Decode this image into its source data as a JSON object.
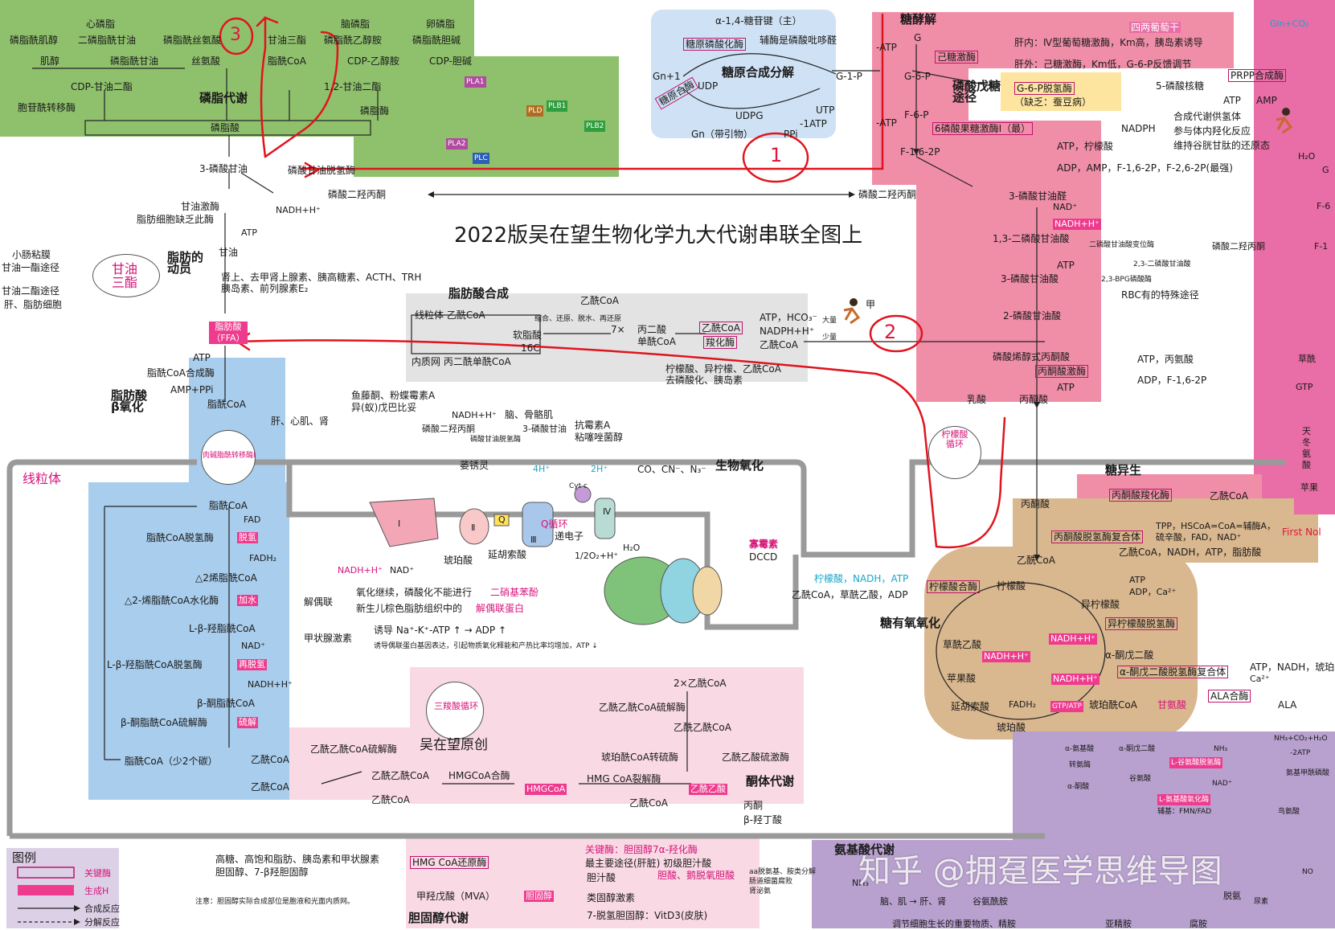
{
  "title": "2022版吴在望生物化学九大代谢串联全图上",
  "watermark": "知乎 @拥趸医学思维导图",
  "signature": "吴在望原创",
  "handwritten": {
    "n1": "1",
    "n2": "2",
    "n3": "3"
  },
  "sections": {
    "phospholipid": "磷脂代谢",
    "glycogen": "糖原合成分解",
    "glycolysis": "糖酵解",
    "ppp": "磷酸戊糖途径",
    "fat_mobilization": "脂肪的动员",
    "fa_synthesis": "脂肪酸合成",
    "beta_ox": "脂肪酸β氧化",
    "bio_ox": "生物氧化",
    "mito": "线粒体",
    "gluconeogenesis": "糖异生",
    "tca": "糖有氧氧化",
    "ketone": "酮体代谢",
    "cholesterol": "胆固醇代谢",
    "amino": "氨基酸代谢"
  },
  "phospholipid": {
    "items": [
      "磷脂酰肌醇",
      "心磷脂",
      "二磷脂酰甘油",
      "磷脂酰丝氨酸",
      "脑磷脂",
      "磷脂酰乙醇胺",
      "卵磷脂",
      "磷脂酰胆碱",
      "甘油三酯",
      "肌醇",
      "磷脂酰甘油",
      "丝氨酸",
      "脂酰CoA",
      "CDP-乙醇胺",
      "CDP-胆碱",
      "CDP-甘油二酯",
      "1,2-甘油二酯",
      "胞苷酰转移酶",
      "磷脂酶",
      "磷脂酸"
    ],
    "enzymes": [
      "PLA1",
      "PLD",
      "PLA2",
      "PLB1",
      "PLB2",
      "PLC"
    ]
  },
  "glycogen": {
    "bond": "α-1,4-糖苷键（主）",
    "enzyme1": "糖原磷酸化酶",
    "note1": "辅酶是磷酸吡哆醛",
    "gn1": "Gn+1",
    "udp": "UDP",
    "udpg": "UDPG",
    "g1p": "G-1-P",
    "utp": "UTP",
    "atp": "-1ATP",
    "ppi": "PPi",
    "enzyme2": "糖原合酶",
    "primer": "Gn（带引物）"
  },
  "glycolysis": {
    "g": "G",
    "g6p": "G-6-P",
    "f6p": "F-6-P",
    "f16p": "F-1,6-2P",
    "atp1": "-ATP",
    "atp2": "-ATP",
    "hk": "己糖激酶",
    "liver1": "肝内：Ⅳ型葡萄糖激酶，Km高，胰岛素诱导",
    "liver2": "肝外：己糖激酶，Km低，G-6-P反馈调节",
    "pfk": "6磷酸果糖激酶Ⅰ（最）",
    "pfk_pos": "ATP，柠檬酸",
    "pfk_neg": "ADP，AMP，F-1,6-2P，F-2,6-2P(最强)",
    "g3pd": "3-磷酸甘油醛",
    "nad": "NAD⁺",
    "nadh": "NADH+H⁺",
    "bpg": "1,3-二磷酸甘油酸",
    "mutase": "二磷酸甘油酸变位酶",
    "bpg23": "2,3-二磷酸甘油酸",
    "bpg_phos": "2,3-BPG磷酸酶",
    "rbc": "RBC有的特殊途径",
    "atp3": "ATP",
    "pg3": "3-磷酸甘油酸",
    "pg2": "2-磷酸甘油酸",
    "pep": "磷酸烯醇式丙酮酸",
    "pk": "丙酮酸激酶",
    "pk_pos": "ATP，丙氨酸",
    "pk_neg": "ADP，F-1,6-2P",
    "atp4": "ATP",
    "lactate": "乳酸",
    "pyruvate": "丙酮酸",
    "dhap": "磷酸二羟丙酮",
    "dhap2": "磷酸二羟丙酮"
  },
  "ppp": {
    "g6pd": "G-6-P脱氢酶",
    "deficit": "（缺乏：蚕豆病）",
    "r5p": "5-磷酸核糖",
    "prpp": "PRPP合成酶",
    "atp": "ATP",
    "amp": "AMP",
    "nadph": "NADPH",
    "r1": "合成代谢供氢体",
    "r2": "参与体内羟化反应",
    "r3": "维持谷胱甘肽的还原态",
    "tag": "四两葡萄干"
  },
  "fat": {
    "g3p": "3-磷酸甘油",
    "g3pdh": "磷酸甘油脱氢酶",
    "nadh": "NADH+H⁺",
    "kinase": "甘油激酶",
    "lack": "脂肪细胞缺乏此酶",
    "atp": "ATP",
    "glycerol": "甘油",
    "tg": "甘油三酯",
    "route1a": "小肠粘膜",
    "route1b": "甘油一酯途径",
    "route2a": "甘油二酯途径",
    "route2b": "肝、脂肪细胞",
    "hormone1": "肾上、去甲肾上腺素、胰高糖素、ACTH、TRH",
    "hormone2": "胰岛素、前列腺素E₂",
    "ffa": "脂肪酸（FFA）"
  },
  "fasyn": {
    "mito": "线粒体 乙酰CoA",
    "er": "内质网 丙二酰单酰CoA",
    "palm": "软脂酸",
    "c16": "16C",
    "steps": "缩合、还原、脱水、再还原",
    "acoa": "乙酰CoA",
    "x7": "7×",
    "malonyl": "丙二酸",
    "malonyl2": "单酰CoA",
    "acc1": "乙酰CoA",
    "acc2": "羧化酶",
    "atp": "ATP，HCO₃⁻",
    "nadph": "NADPH+H⁺",
    "acoa2": "乙酰CoA",
    "big": "大量",
    "small": "少量",
    "jia": "甲",
    "reg": "柠檬酸、异柠檬、乙酰CoA",
    "reg2": "去磷酸化、胰岛素"
  },
  "beta": {
    "atp": "ATP",
    "acs": "脂酰CoA合成酶",
    "amp": "AMP+PPi",
    "acoa": "脂酰CoA",
    "carnitine": "肉碱脂酰转移酶Ⅰ",
    "acoa2": "脂酰CoA",
    "fad": "FAD",
    "dh": "脂酰CoA脱氢酶",
    "fadh": "FADH₂",
    "enoyl": "△2烯脂酰CoA",
    "hydratase": "△2-烯脂酰CoA水化酶",
    "hydroxy": "L-β-羟脂酰CoA",
    "nad": "NAD⁺",
    "hdh": "L-β-羟脂酰CoA脱氢酶",
    "nadh": "NADH+H⁺",
    "keto": "β-酮脂酰CoA",
    "thiolase": "β-酮脂酰CoA硫解酶",
    "short": "脂酰CoA（少2个碳）",
    "acetyl": "乙酰CoA",
    "h1": "脱氢",
    "h2": "加水",
    "h3": "再脱氢",
    "h4": "硫解"
  },
  "oxid": {
    "tissues": "肝、心肌、肾",
    "inhib1": "鱼藤酮、粉蝶霉素A",
    "inhib2": "异(蚁)戊巴比妥",
    "brain": "脑、骨骼肌",
    "g3p": "3-磷酸甘油",
    "dhap": "磷酸二羟丙酮",
    "g3pdh": "磷酸甘油脱氢酶",
    "antimycin": "抗霉素A",
    "antimycin2": "粘噻唑菌醇",
    "malonate": "萎锈灵",
    "cyanide": "CO、CN⁻、N₃⁻",
    "succ": "琥珀酸",
    "fum": "延胡索酸",
    "q": "Q循环",
    "q2": "递电子",
    "h2o": "H₂O",
    "o2": "1/2O₂+H⁺",
    "h4": "4H⁺",
    "h2": "2H⁺",
    "nadh": "NADH+H⁺",
    "nad": "NAD⁺",
    "oligo": "寡霉素",
    "dccd": "DCCD",
    "uncouple": "解偶联",
    "u1": "氧化继续，磷酸化不能进行",
    "u1b": "二硝基苯酚",
    "u2": "新生儿棕色脂肪组织中的",
    "u2b": "解偶联蛋白",
    "thyroid": "甲状腺激素",
    "t1": "诱导 Na⁺-K⁺-ATP ↑ → ADP ↑",
    "t2": "诱导偶联蛋白基因表达，引起物质氧化释能和产热比率均增加，ATP ↓",
    "c1": "Ⅰ",
    "c2": "Ⅱ",
    "c3": "Ⅲ",
    "c4": "Ⅳ",
    "cytc": "Cyt c",
    "qlab": "Q"
  },
  "tca": {
    "cycle": "柠檬酸循环",
    "pyruvate": "丙酮酸",
    "pc": "丙酮酸羧化酶",
    "pc_act": "乙酰CoA",
    "pdh": "丙酮酸脱氢酶复合体",
    "pdh_cof": "TPP，HSCoA=CoA=辅酶A，硫辛酸，FAD，NAD⁺",
    "first": "First Nol",
    "pdh_neg": "乙酰CoA，NADH，ATP，脂肪酸",
    "acoa": "乙酰CoA",
    "cs_pos": "柠檬酸，NADH，ATP",
    "cs_neg": "乙酰CoA，草酰乙酸，ADP",
    "cs": "柠檬酸合酶",
    "citrate": "柠檬酸",
    "idh_pos": "ATP",
    "idh_neg": "ADP，Ca²⁺",
    "isocit": "异柠檬酸",
    "idh": "异柠檬酸脱氢酶",
    "oaa": "草酰乙酸",
    "nadh": "NADH+H⁺",
    "akg": "α-酮戊二酸",
    "akgdh": "α-酮戊二酸脱氢酶复合体",
    "akg_neg": "ATP，NADH，琥珀",
    "ca": "Ca²⁺",
    "malate": "苹果酸",
    "fumarate": "延胡索酸",
    "fadh": "FADH₂",
    "gtp": "GTP/ATP",
    "succoa": "琥珀酰CoA",
    "gly": "甘氨酸",
    "ala_syn": "ALA合酶",
    "ala": "ALA",
    "succ": "琥珀酸"
  },
  "ketone": {
    "acoa": "乙酰CoA",
    "thiolase": "乙酰乙酰CoA硫解酶",
    "acac": "乙酰乙酰CoA",
    "hmgs": "HMGCoA合酶",
    "hmg": "HMGCoA",
    "lyase": "HMG CoA裂解酶",
    "acoa2": "乙酰CoA",
    "acetoacetate": "乙酰乙酸",
    "acetone": "丙酮",
    "bhb": "β-羟丁酸",
    "x2": "2×乙酰CoA",
    "acac2": "乙酰乙酰CoA硫解酶",
    "acac3": "乙酰乙酰CoA",
    "transf": "琥珀酰CoA转硫酶",
    "kinase": "乙酰乙酸硫激酶",
    "tricarbox": "三羧酸循环"
  },
  "chol": {
    "reg1": "高糖、高饱和脂肪、胰岛素和甲状腺素",
    "reg2": "胆固醇、7-β羟胆固醇",
    "hmgr": "HMG CoA还原酶",
    "key": "关键酶：胆固醇7α-羟化酶",
    "liver": "最主要途径(肝脏) 初级胆汁酸",
    "acids": "胆酸、鹅脱氧胆酸",
    "bile": "胆汁酸",
    "steroid": "类固醇激素",
    "vitd": "7-脱氢胆固醇：VitD3(皮肤)",
    "mva": "甲羟戊酸（MVA）",
    "note": "注意：胆固醇实际合成部位是胞液和光面内质网。",
    "chol": "胆固醇"
  },
  "amino": {
    "deam": "aa脱氨基、胺类分解",
    "gut": "肠道细菌腐败",
    "kidney": "肾泌氨",
    "nh3": "NH₃",
    "organs": "脑、肌 → 肝、肾",
    "glu": "谷氨酰胺",
    "aaa": "α-氨基酸",
    "akg": "α-酮戊二酸",
    "trans": "转氨酶",
    "keto": "α-酮酸",
    "gludh": "L-谷氨酸脱氢酶",
    "glutamate": "谷氨酸",
    "nad": "NAD⁺",
    "nh3b": "NH₃",
    "decarb": "L-氨基酸氧化酶",
    "fmn": "辅基：FMN/FAD",
    "ornithine": "鸟氨酸",
    "urea": "尿素",
    "deam2": "脱氨",
    "bottom": "调节细胞生长的重要物质、精胺",
    "bottom2": "亚精胺",
    "bottom3": "腐胺",
    "nh3c": "NH₃+CO₂+H₂O",
    "atp2": "-2ATP",
    "carbamoyl": "氨基甲酰磷酸",
    "gln": "Gln+CO₂",
    "asp": "天冬氨酸",
    "gtp": "GTP",
    "oaa": "草酰",
    "malate": "苹果",
    "h2o": "H₂O",
    "g": "G",
    "f1": "F-1",
    "f6": "F-6",
    "no": "NO"
  },
  "legend": {
    "title": "图例",
    "key_enzyme": "关键酶",
    "gen_h": "生成H",
    "synth": "合成反应",
    "decomp": "分解反应"
  },
  "colors": {
    "green": "#8fc16d",
    "blue": "#cfe2f5",
    "pink": "#f08ea8",
    "gray": "#e3e3e3",
    "lightblue": "#a9cdec",
    "tan": "#d9b78f",
    "lightpink": "#f9d9e4",
    "purple": "#b9a1cf",
    "yellow": "#fde5a0",
    "magenta": "#d6147a",
    "red_pen": "#e0141e"
  }
}
